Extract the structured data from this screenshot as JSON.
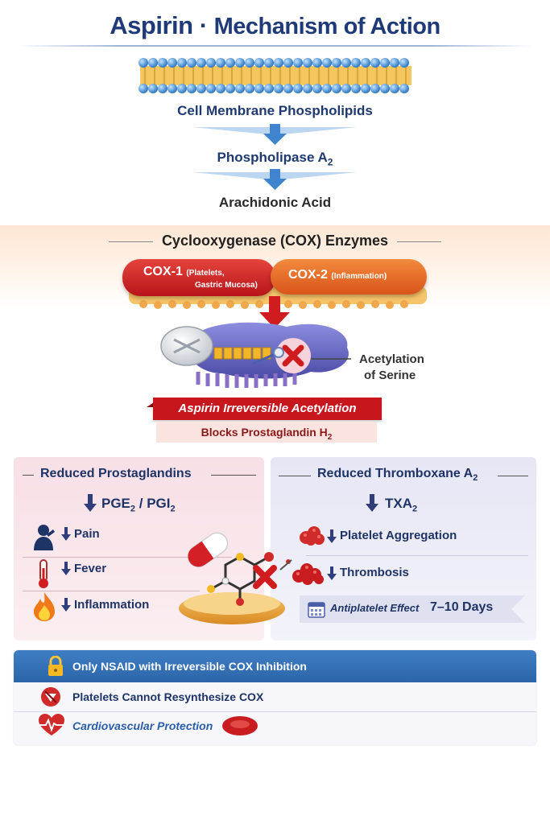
{
  "title": {
    "main": "Aspirin",
    "dot": "·",
    "sub": "Mechanism of Action"
  },
  "pathway": {
    "step1": "Cell Membrane Phospholipids",
    "step2_base": "Phospholipase A",
    "step2_sub": "2",
    "step3": "Arachidonic Acid"
  },
  "cox": {
    "heading": "Cyclooxygenase (COX) Enzymes",
    "cox1_label": "COX-1",
    "cox1_note_line1": "(Platelets,",
    "cox1_note_line2": "Gastric Mucosa)",
    "cox2_label": "COX-2",
    "cox2_note": "(Inflammation)"
  },
  "acetylation": {
    "callout_line1": "Acetylation",
    "callout_line2": "of Serine",
    "banner": "Aspirin Irreversible Acetylation",
    "subbanner_base": "Blocks Prostaglandin H",
    "subbanner_sub": "2"
  },
  "left_panel": {
    "title": "Reduced Prostaglandins",
    "headline_a": "PGE",
    "headline_a_sub": "2",
    "headline_sep": " / PGI",
    "headline_b_sub": "2",
    "items": [
      "Pain",
      "Fever",
      "Inflammation"
    ]
  },
  "right_panel": {
    "title_base": "Reduced Thromboxane A",
    "title_sub": "2",
    "headline_base": "TXA",
    "headline_sub": "2",
    "items": [
      "Platelet Aggregation",
      "Thrombosis"
    ],
    "effect_label": "Antiplatelet Effect",
    "effect_value": "7–10 Days"
  },
  "summary": {
    "header": "Only NSAID with Irreversible COX Inhibition",
    "line1": "Platelets Cannot Resynthesize COX",
    "line2": "Cardiovascular Protection"
  },
  "colors": {
    "navy": "#1e3a78",
    "red": "#c8161d",
    "orange": "#e8641c",
    "blue_header": "#2c65a9"
  }
}
